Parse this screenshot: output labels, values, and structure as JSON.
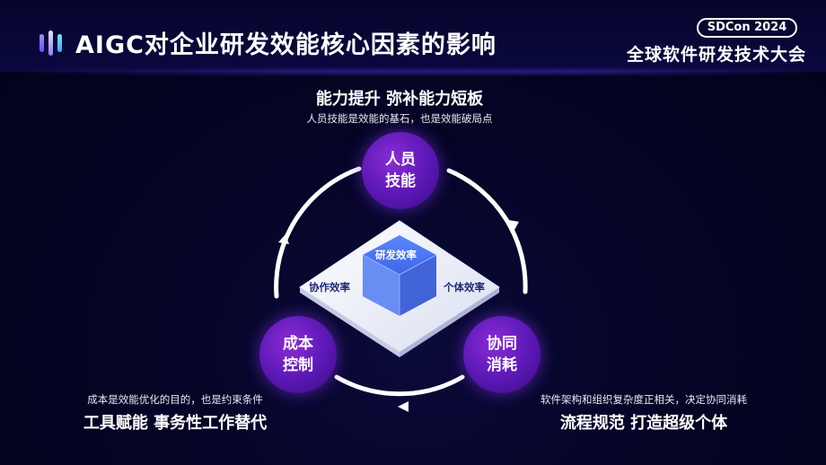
{
  "header": {
    "title": "AIGC对企业研发效能核心因素的影响",
    "conference_badge": "SDCon 2024",
    "conference_name": "全球软件研发技术大会"
  },
  "diagram": {
    "nodes": [
      {
        "line1": "人员",
        "line2": "技能"
      },
      {
        "line1": "协同",
        "line2": "消耗"
      },
      {
        "line1": "成本",
        "line2": "控制"
      }
    ],
    "center": {
      "top": "研发效率",
      "left": "协作效率",
      "right": "个体效率"
    },
    "captions": {
      "top": {
        "headline": "能力提升 弥补能力短板",
        "detail": "人员技能是效能的基石，也是效能破局点"
      },
      "right": {
        "detail": "软件架构和组织复杂度正相关，决定协同消耗",
        "headline": "流程规范 打造超级个体"
      },
      "left": {
        "detail": "成本是效能优化的目的，也是约束条件",
        "headline": "工具赋能 事务性工作替代"
      }
    }
  },
  "colors": {
    "node_purple": "#5a17b4",
    "ring": "#ffffff",
    "cube_blue": "#3a62e6",
    "background": "#03021a"
  }
}
